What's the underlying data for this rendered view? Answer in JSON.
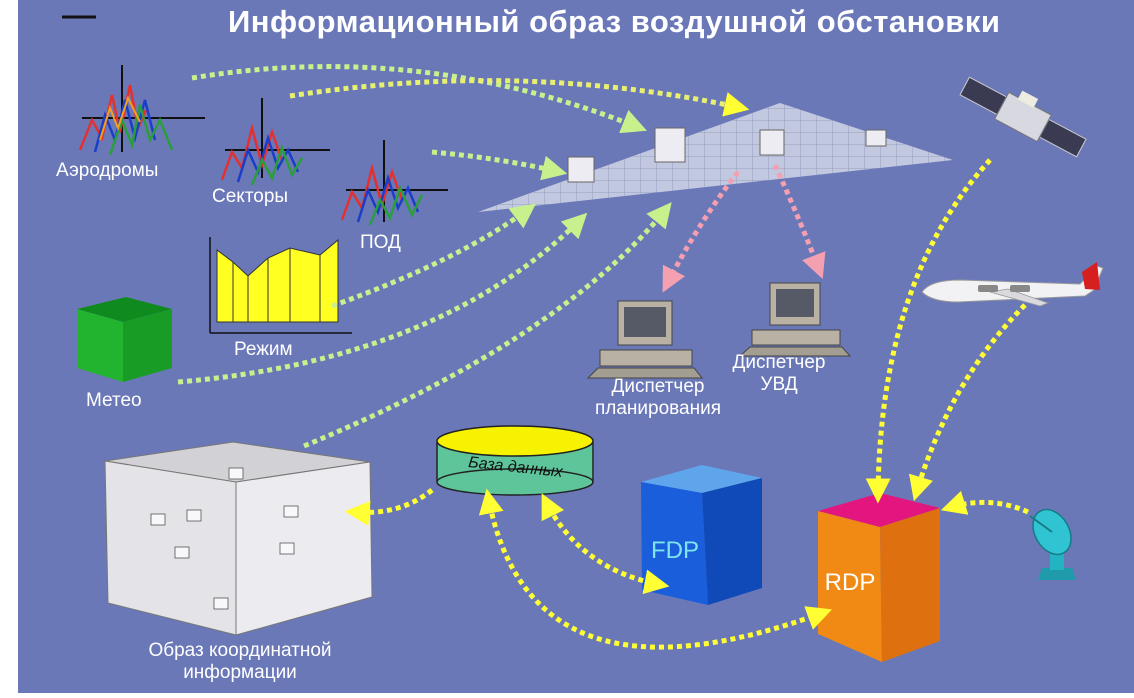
{
  "title": "Информационный образ воздушной обстановки",
  "colors": {
    "background": "#6a78b8",
    "flow_arrow": "#ffff33",
    "green_arrow": "#c8f08c",
    "pink_arrow": "#f4a0b0"
  },
  "labels": {
    "aerodromes": "Аэродромы",
    "sectors": "Секторы",
    "pod": "ПОД",
    "mode": "Режим",
    "meteo": "Метео",
    "planner_line1": "Диспетчер",
    "planner_line2": "планирования",
    "atc_line1": "Диспетчер",
    "atc_line2": "УВД",
    "coord_line1": "Образ координатной",
    "coord_line2": "информации",
    "database": "База данных",
    "fdp": "FDP",
    "rdp": "RDP"
  }
}
